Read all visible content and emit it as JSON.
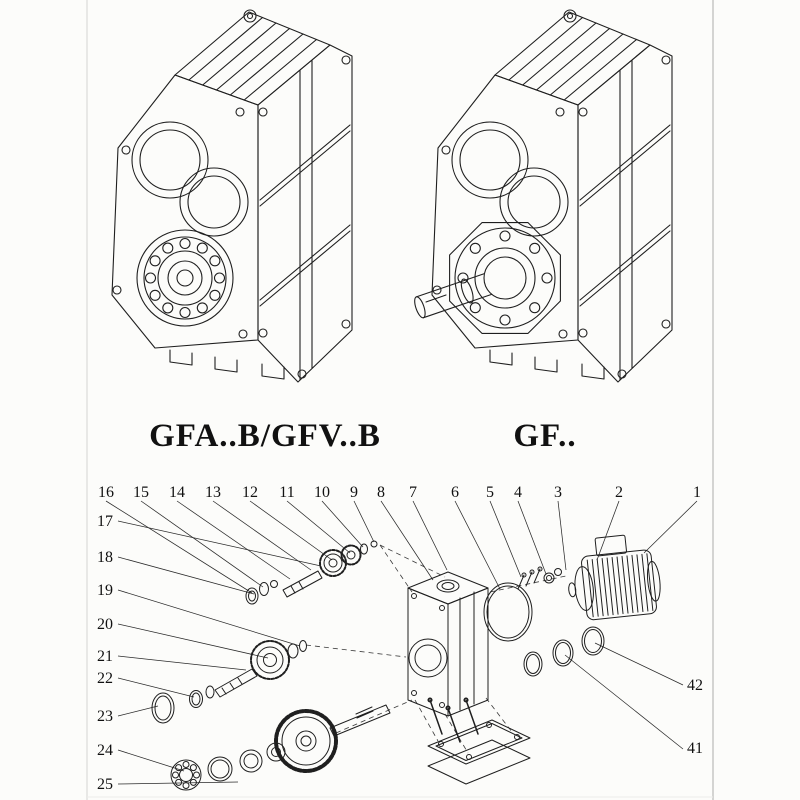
{
  "colors": {
    "paper": "#fcfcfa",
    "ink": "#1f1f1f"
  },
  "products": [
    {
      "label": "GFA..B/GFV..B"
    },
    {
      "label": "GF.."
    }
  ],
  "exploded_view": {
    "callouts_top_row": [
      "16",
      "15",
      "14",
      "13",
      "12",
      "11",
      "10",
      "9",
      "8",
      "7",
      "6",
      "5",
      "4",
      "3",
      "2",
      "1"
    ],
    "callouts_left_column": [
      "17",
      "18",
      "19",
      "20",
      "21",
      "22",
      "23",
      "24",
      "25"
    ],
    "callouts_right_column": [
      "42",
      "41"
    ]
  }
}
